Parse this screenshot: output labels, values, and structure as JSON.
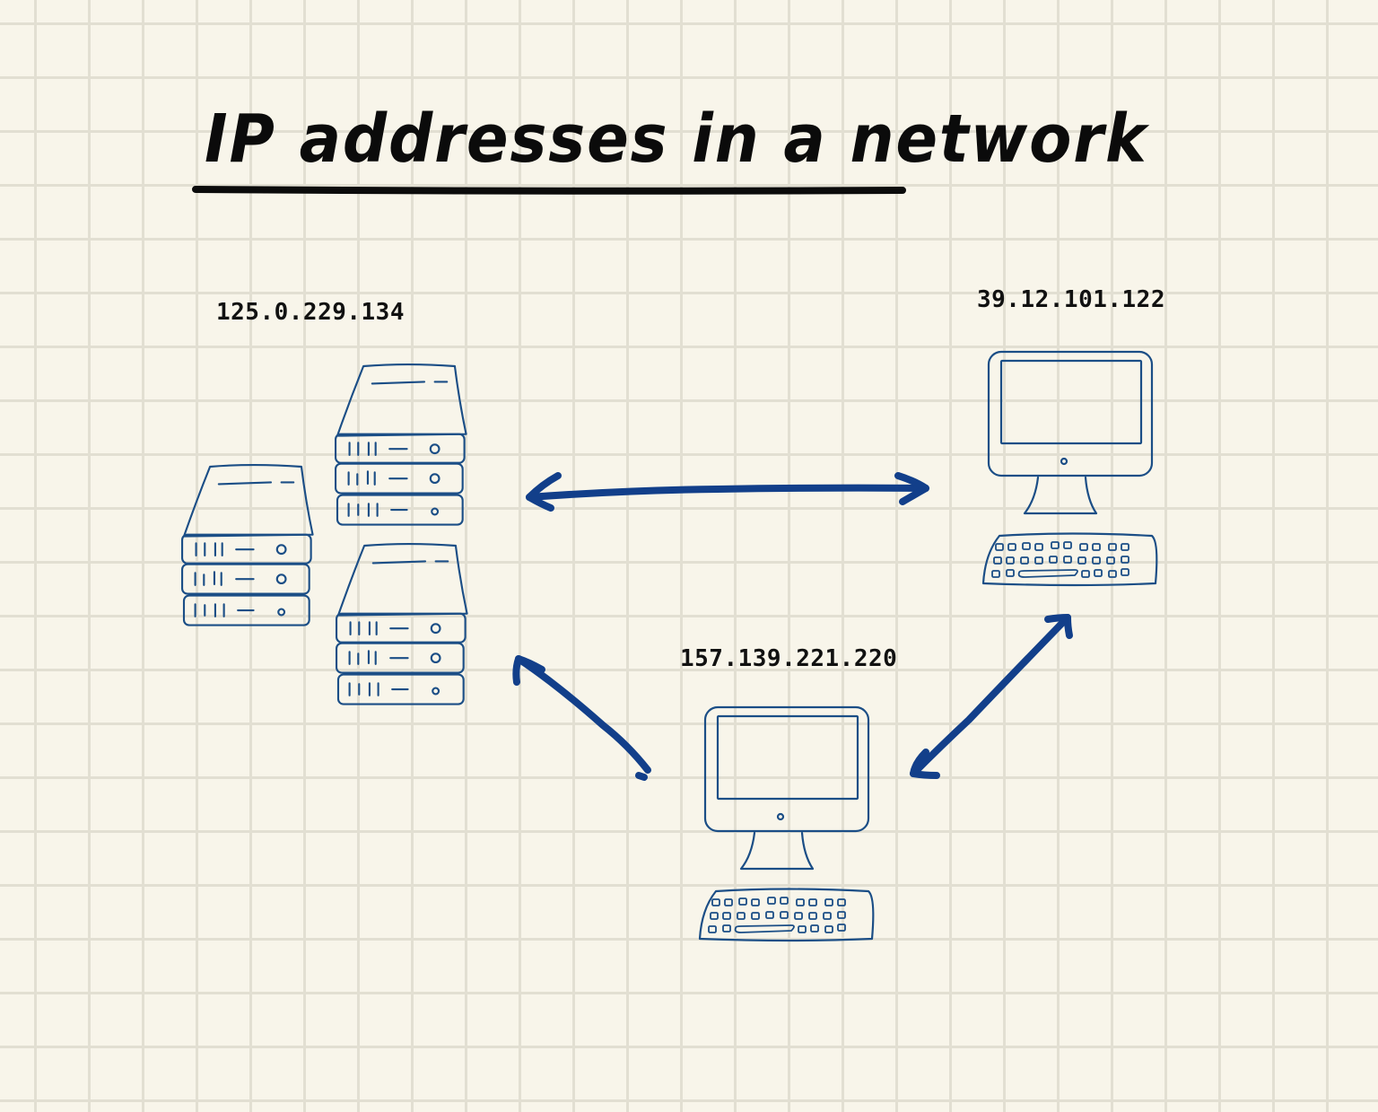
{
  "diagram": {
    "title": "IP addresses in a network",
    "colors": {
      "background": "#f8f5ea",
      "grid_line": "#e2dfd2",
      "ink": "#1b4e86",
      "arrow": "#123f8a",
      "title_text": "#0b0b0b"
    },
    "nodes": [
      {
        "id": "servers",
        "type": "server-cluster",
        "ip": "125.0.229.134",
        "count": 3
      },
      {
        "id": "computer-right",
        "type": "desktop-computer",
        "ip": "39.12.101.122"
      },
      {
        "id": "computer-bottom",
        "type": "desktop-computer",
        "ip": "157.139.221.220"
      }
    ],
    "edges": [
      {
        "from": "servers",
        "to": "computer-right",
        "direction": "bidirectional"
      },
      {
        "from": "computer-bottom",
        "to": "servers",
        "direction": "one-way"
      },
      {
        "from": "computer-bottom",
        "to": "computer-right",
        "direction": "bidirectional"
      }
    ]
  }
}
